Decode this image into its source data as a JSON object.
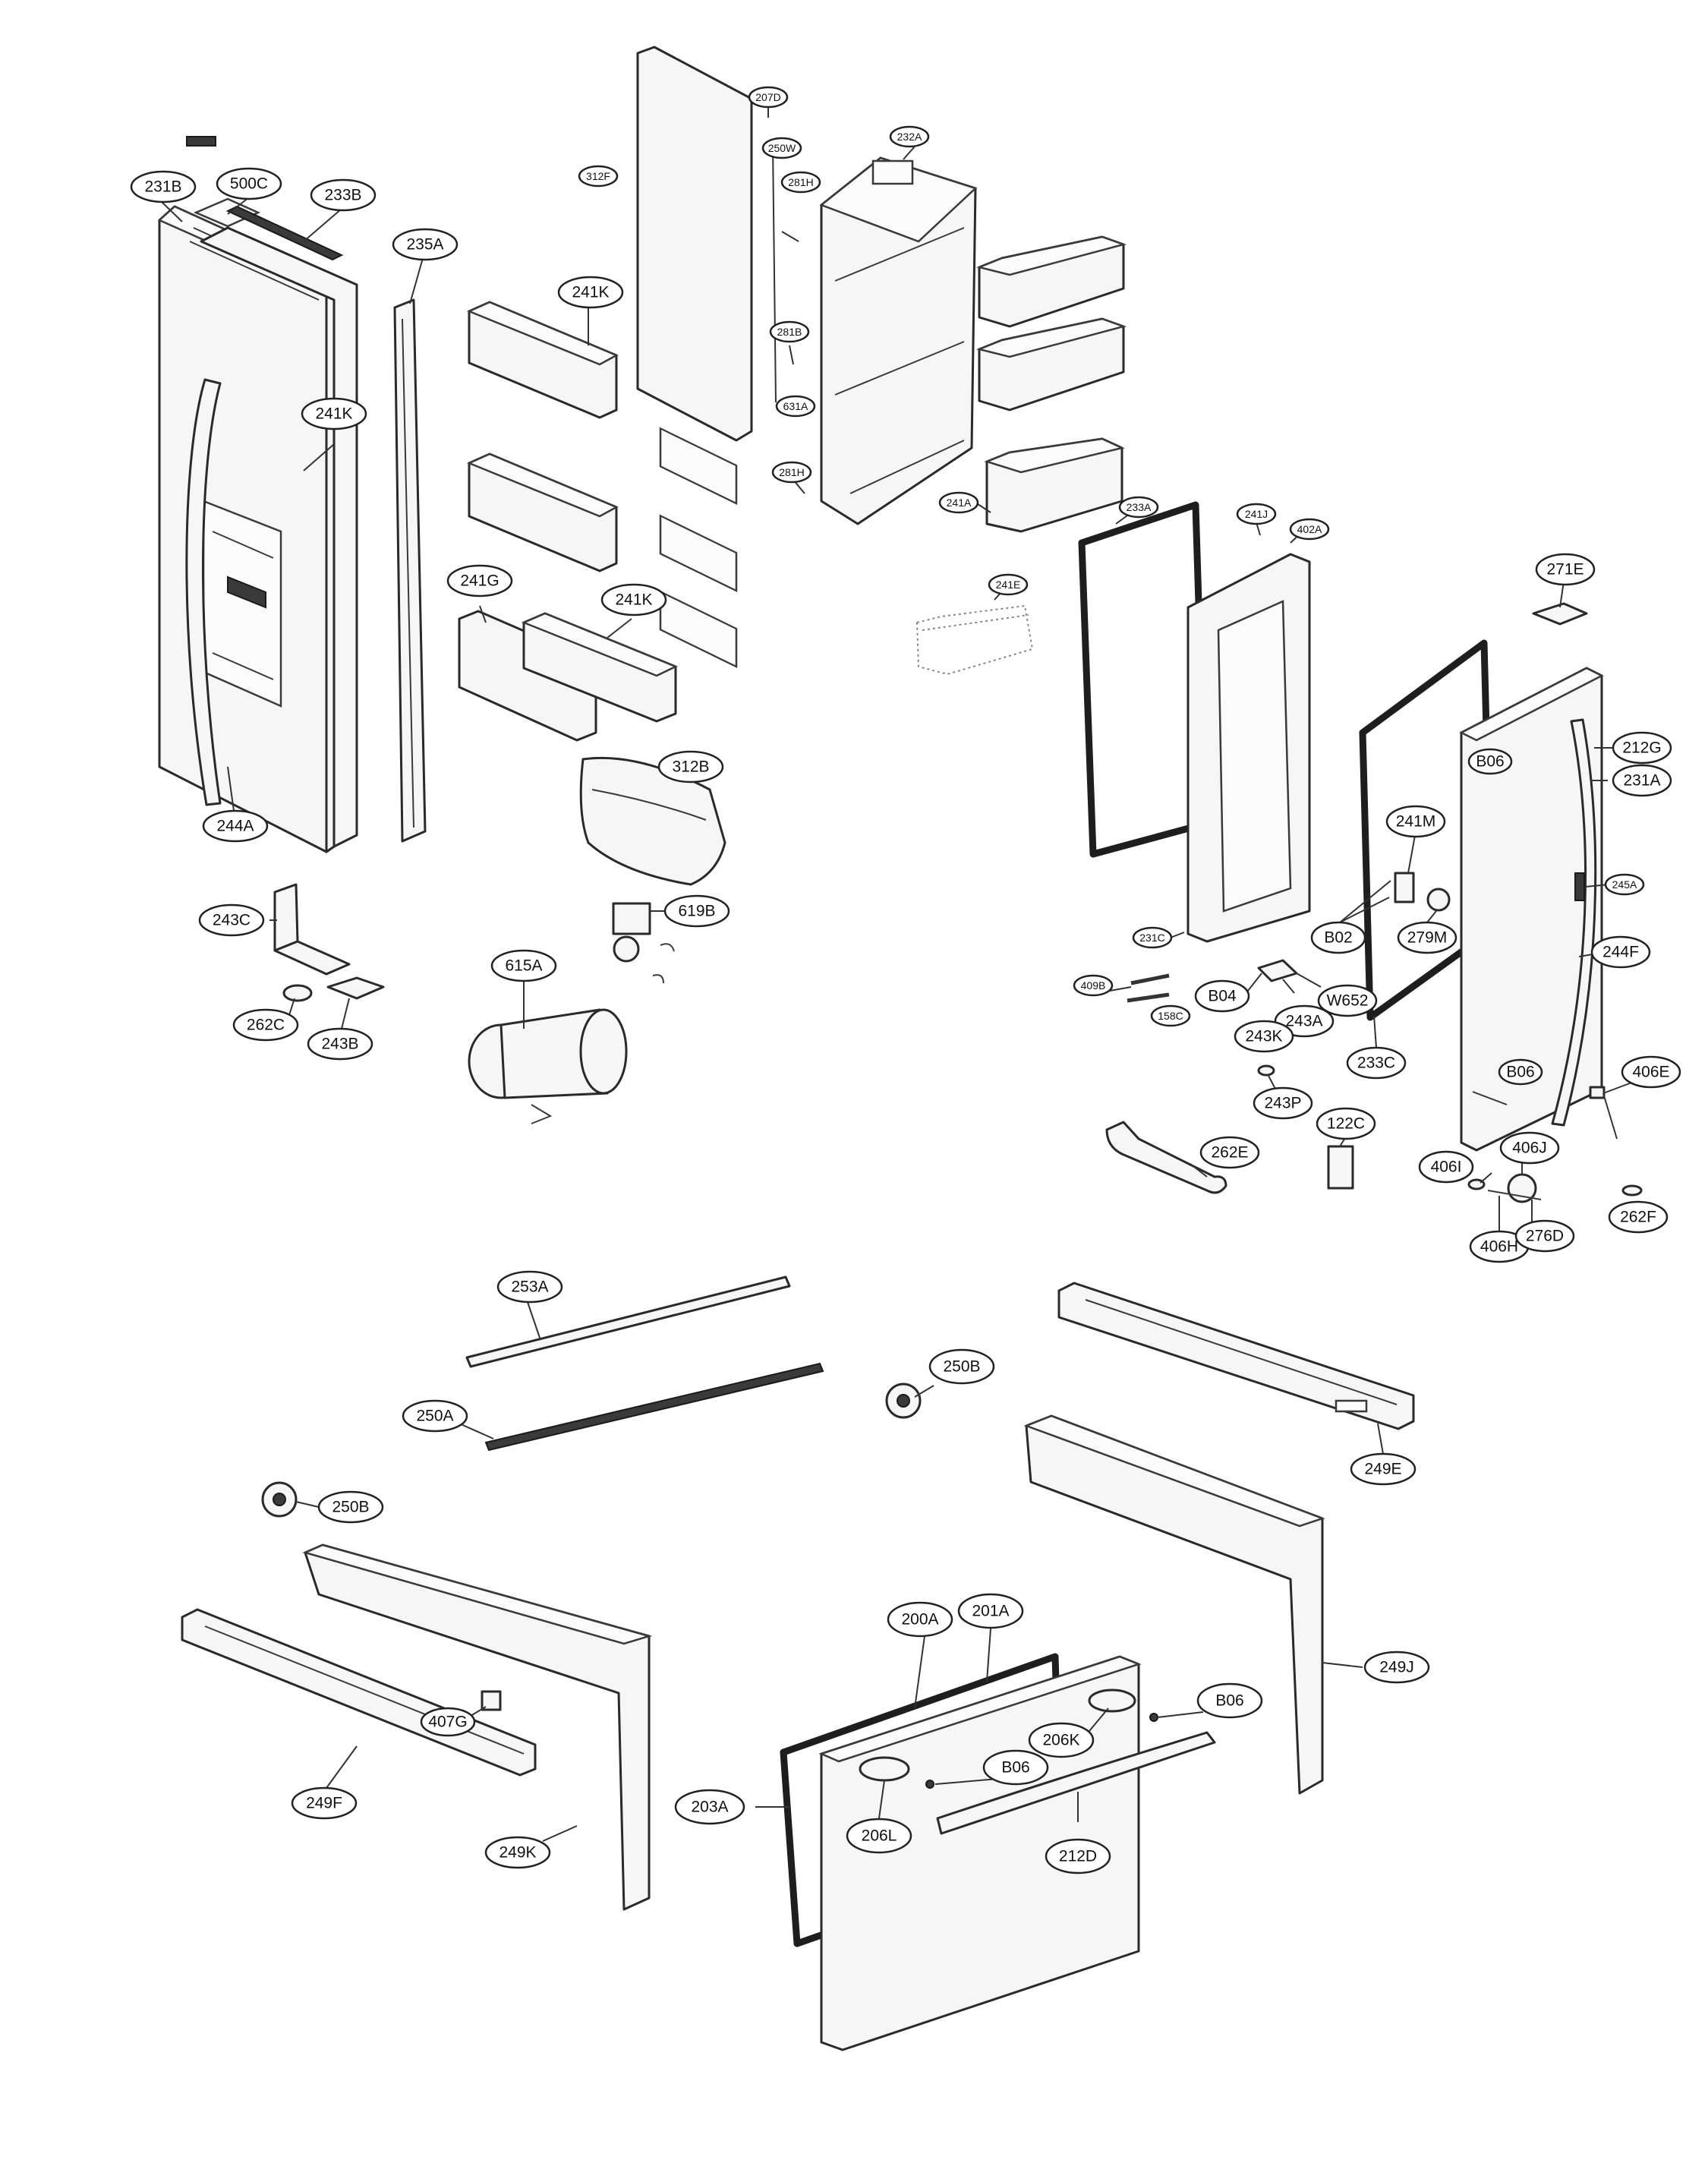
{
  "callouts": {
    "c231B": "231B",
    "c500C": "500C",
    "c233B": "233B",
    "c235A": "235A",
    "c244A": "244A",
    "c241K1": "241K",
    "c241K2": "241K",
    "c241G": "241G",
    "c241K3": "241K",
    "c312B": "312B",
    "c619B": "619B",
    "c243C": "243C",
    "c262C": "262C",
    "c243B": "243B",
    "c615A": "615A",
    "c312F": "312F",
    "c207D": "207D",
    "c250W": "250W",
    "c281H1": "281H",
    "c281B": "281B",
    "c631A": "631A",
    "c281H2": "281H",
    "c232A": "232A",
    "c241A": "241A",
    "c233A": "233A",
    "c241J": "241J",
    "c402A": "402A",
    "c241E": "241E",
    "c271E": "271E",
    "c212G": "212G",
    "c231A": "231A",
    "cB06a": "B06",
    "c241M": "241M",
    "c245A": "245A",
    "c231C": "231C",
    "cB02": "B02",
    "c279M": "279M",
    "c244F": "244F",
    "c409B": "409B",
    "c158C": "158C",
    "cB04": "B04",
    "cW652": "W652",
    "c243A": "243A",
    "c243K": "243K",
    "c233C": "233C",
    "cB06b": "B06",
    "c406E": "406E",
    "c243P": "243P",
    "c122C": "122C",
    "c262E": "262E",
    "c406J": "406J",
    "c406I": "406I",
    "c262F": "262F",
    "c406H": "406H",
    "c276D": "276D",
    "c253A": "253A",
    "c250B1": "250B",
    "c250A": "250A",
    "c249E": "249E",
    "c250B2": "250B",
    "c200A": "200A",
    "c201A": "201A",
    "c249J": "249J",
    "c407G": "407G",
    "cB06c": "B06",
    "c206K": "206K",
    "c249F": "249F",
    "c203A": "203A",
    "cB06d": "B06",
    "c206L": "206L",
    "c249K": "249K",
    "c212D": "212D"
  }
}
